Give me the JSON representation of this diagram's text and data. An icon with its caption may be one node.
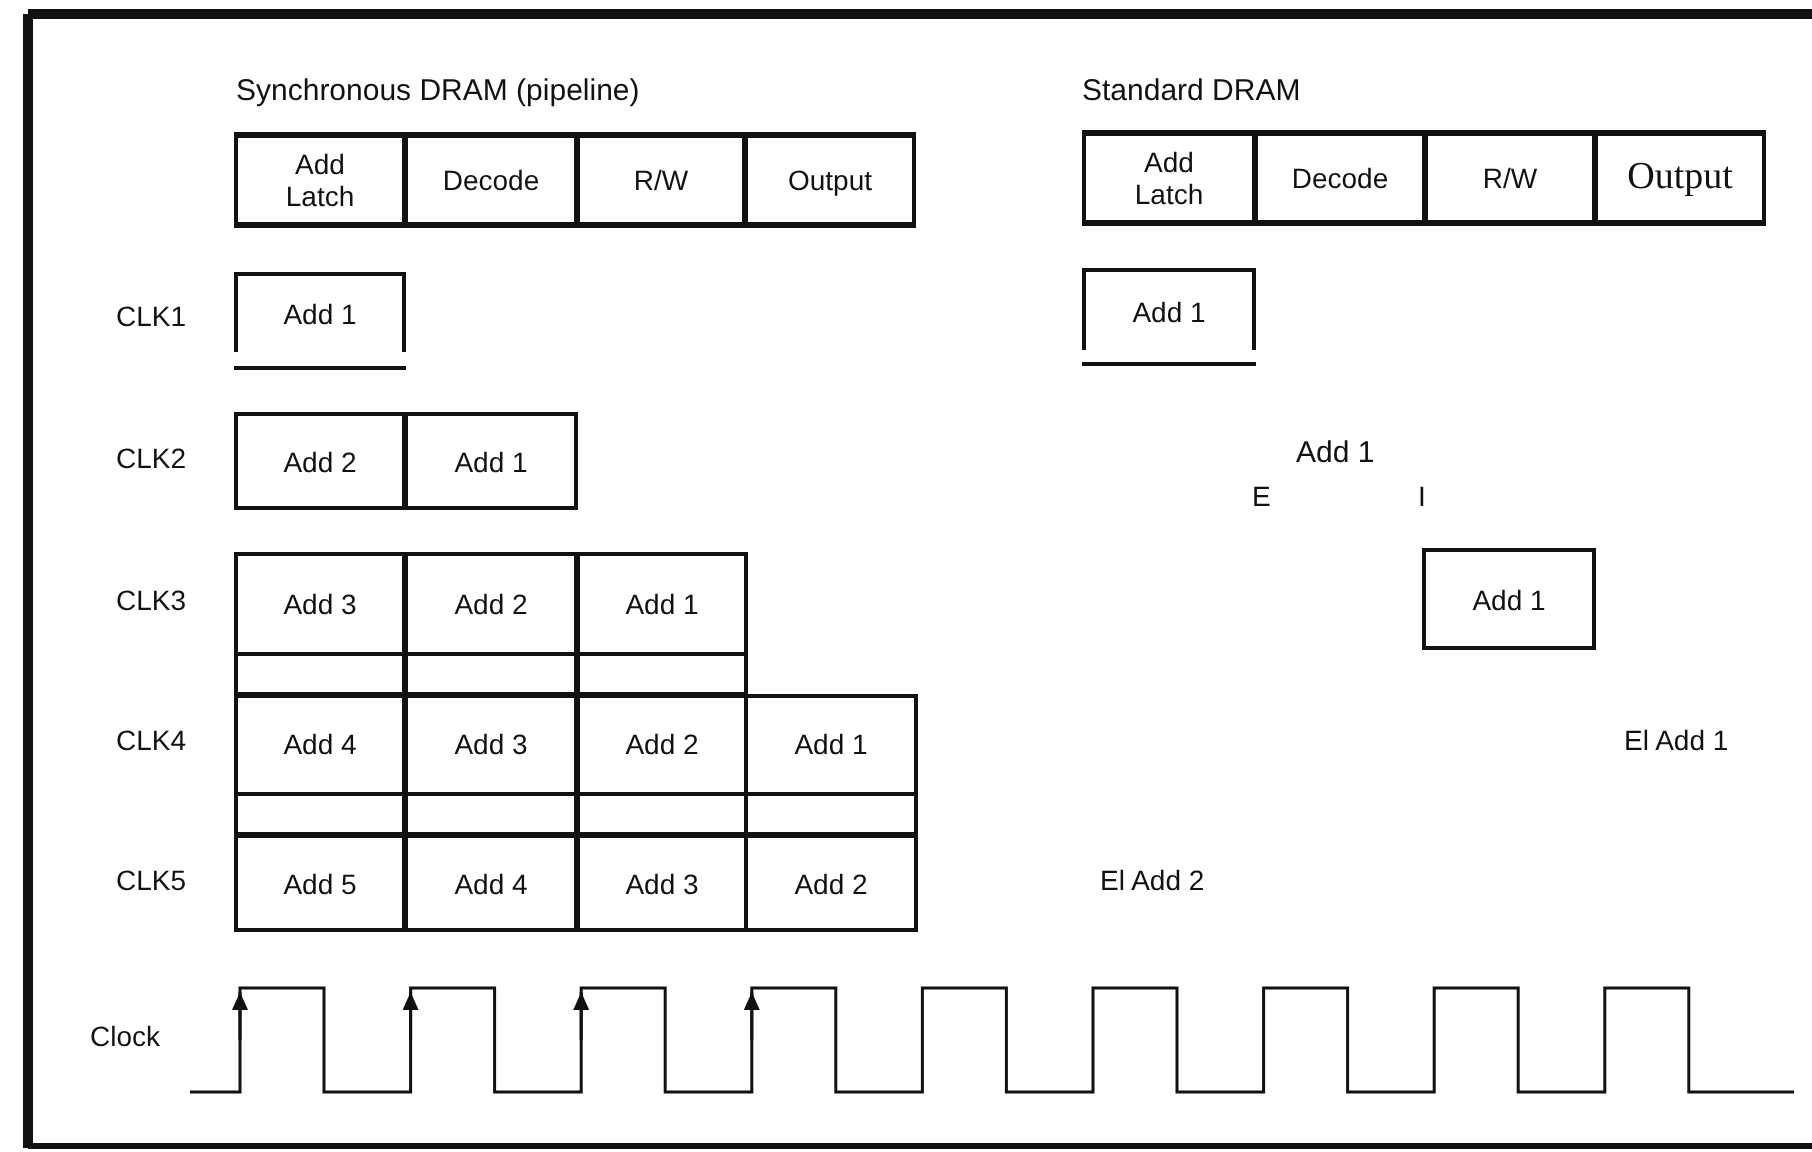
{
  "diagram": {
    "nodes": [
      {
        "text": [
          "Add Latch"
        ]
      },
      {
        "text": [
          "Decode"
        ]
      },
      {
        "text": [
          "R/W"
        ]
      },
      {
        "text": [
          "Output"
        ]
      },
      {
        "text": [
          "Add Latch"
        ]
      },
      {
        "text": [
          "Decode"
        ]
      },
      {
        "text": [
          "R/W"
        ]
      },
      {
        "text": [
          "Output"
        ]
      },
      {
        "text": [
          "Add 1"
        ]
      },
      {
        "text": [
          "Add 1"
        ]
      },
      {
        "text": [
          "Add 2"
        ]
      },
      {
        "text": [
          "Add 1"
        ]
      },
      {
        "text": [
          "Add 3"
        ]
      },
      {
        "text": [
          "Add 2"
        ]
      },
      {
        "text": [
          "Add 1"
        ]
      },
      {
        "text": [
          "Add 1"
        ]
      },
      {
        "text": [
          "Add 4"
        ]
      },
      {
        "text": [
          "Add 3"
        ]
      },
      {
        "text": [
          "Add 2"
        ]
      },
      {
        "text": [
          "Add 1"
        ]
      },
      {
        "text": [
          "Add 5"
        ]
      },
      {
        "text": [
          "Add 4"
        ]
      },
      {
        "text": [
          "Add 3"
        ]
      },
      {
        "text": [
          "Add 2"
        ]
      }
    ],
    "labels": [
      "Synchronous DRAM (pipeline)",
      "Standard DRAM",
      "CLK1",
      "CLK2",
      "Add 1",
      "E",
      "I",
      "CLK3",
      "CLK4",
      "El Add 1",
      "CLK5",
      "El Add 2",
      "Clock"
    ]
  }
}
